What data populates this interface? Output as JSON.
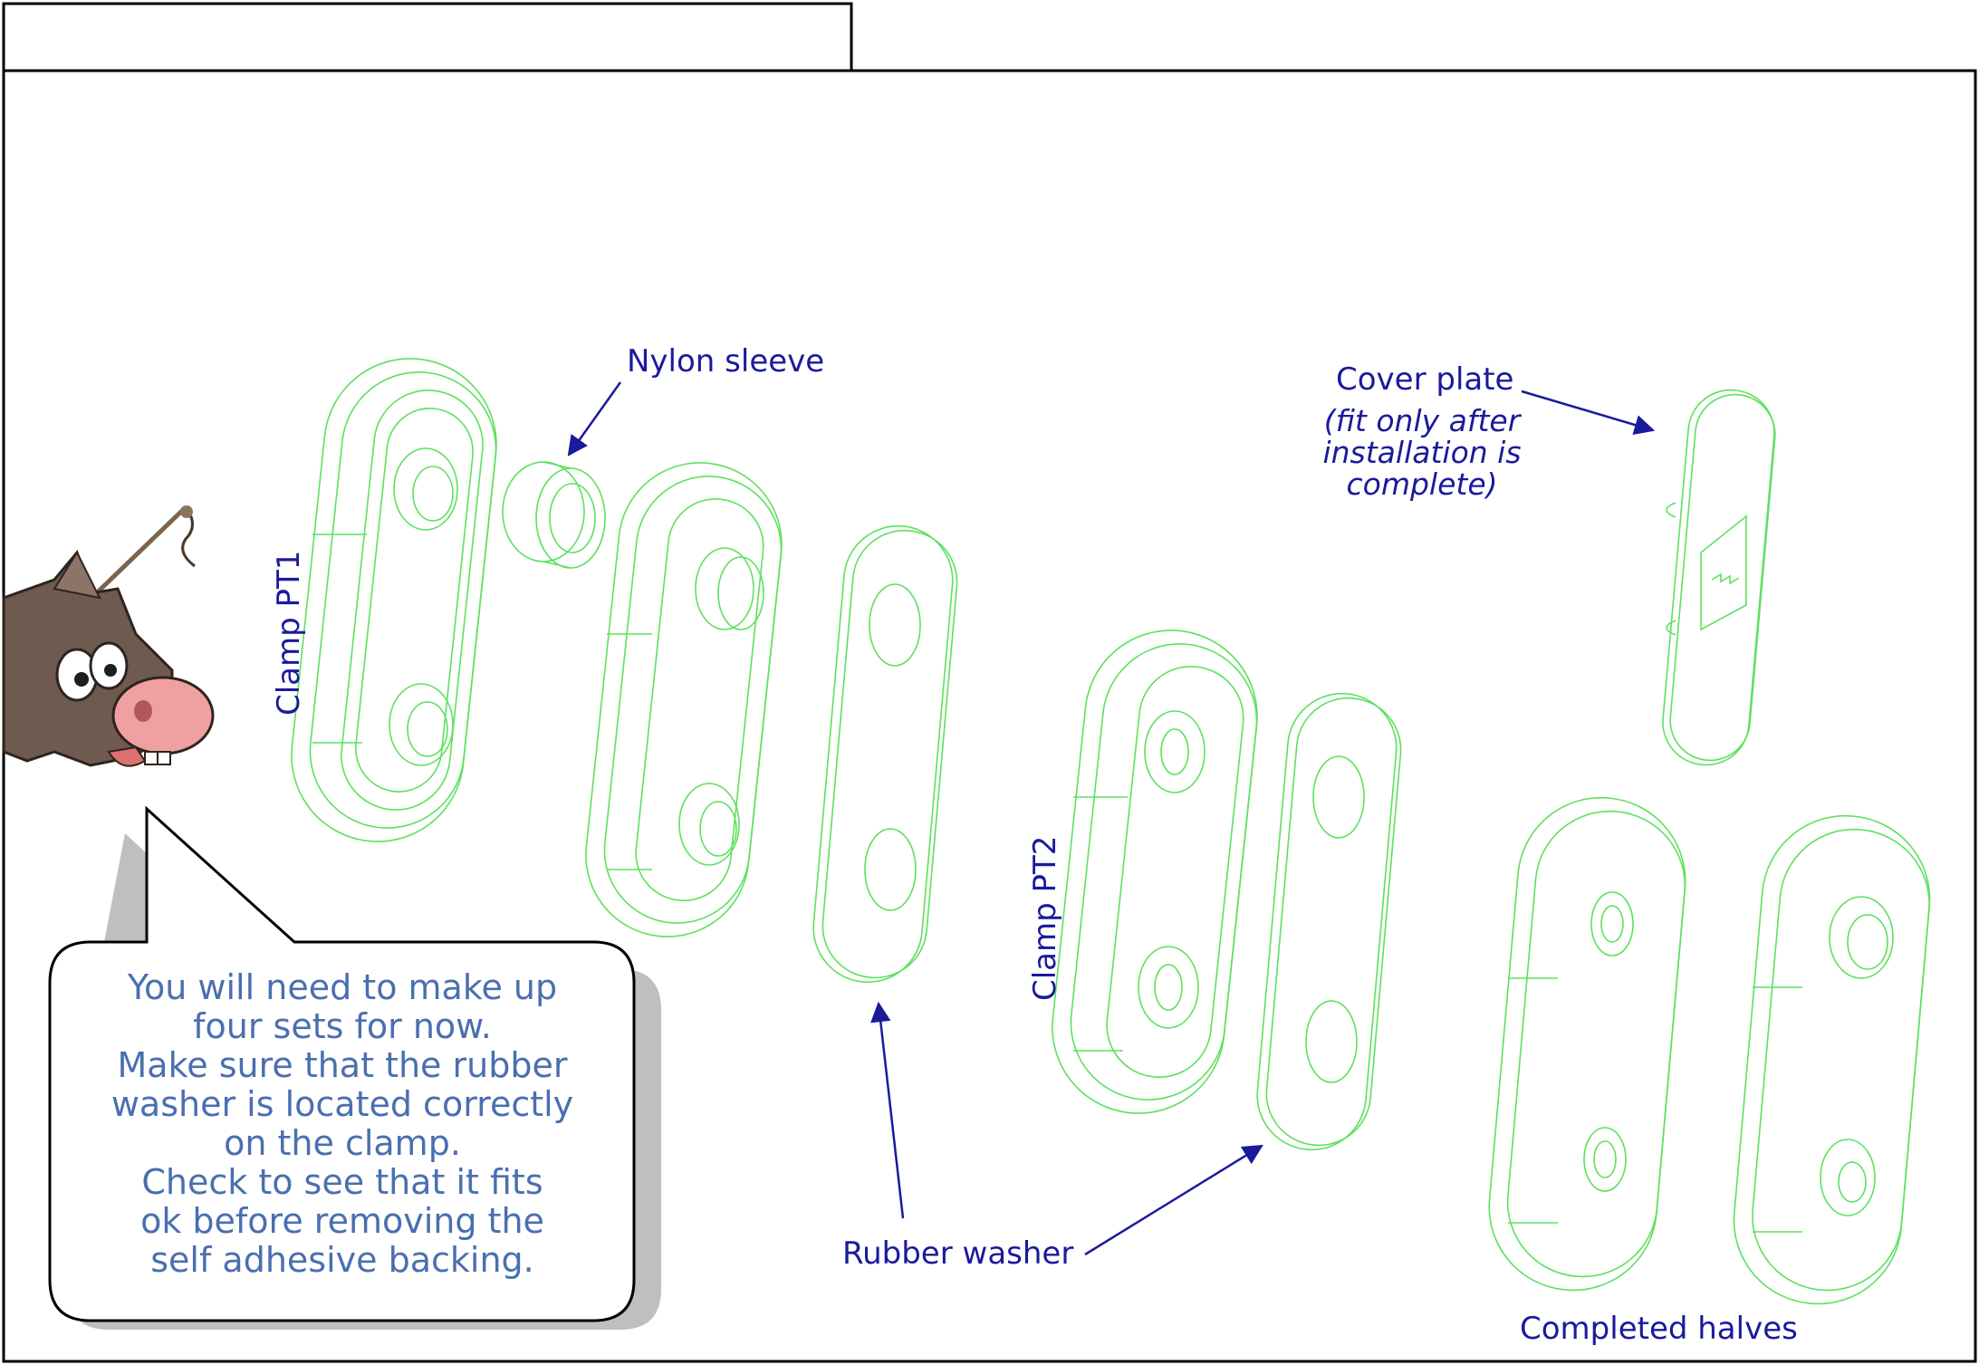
{
  "labels": {
    "nylon_sleeve": "Nylon sleeve",
    "cover_plate": "Cover plate",
    "cover_note_1": "(fit only after",
    "cover_note_2": "installation is",
    "cover_note_3": "complete)",
    "clamp_pt1": "Clamp PT1",
    "clamp_pt2": "Clamp PT2",
    "rubber_washer": "Rubber washer",
    "completed_halves": "Completed halves"
  },
  "bubble": {
    "lines": [
      "You will need to make up",
      "four sets for now.",
      "Make sure that the rubber",
      "washer is located correctly",
      "on the clamp.",
      "Check to see that it fits",
      "ok before removing the",
      "self adhesive backing."
    ]
  },
  "colors": {
    "label": "#1a1a9c",
    "part_outline": "#5ee05e",
    "bubble_text": "#4a6fb0",
    "border": "#000000"
  }
}
